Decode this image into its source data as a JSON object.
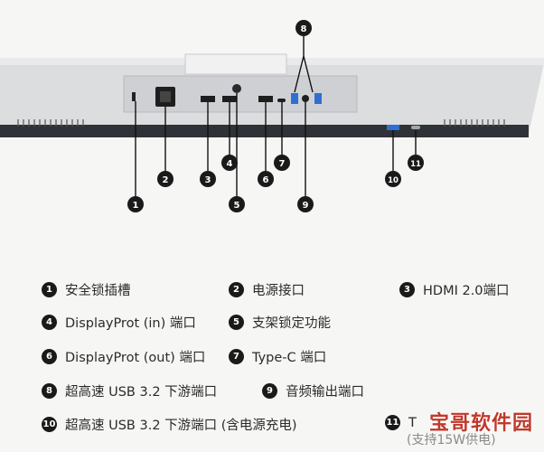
{
  "callouts": [
    {
      "n": "1",
      "label": "安全锁插槽"
    },
    {
      "n": "2",
      "label": "电源接口"
    },
    {
      "n": "3",
      "label": "HDMI 2.0端口"
    },
    {
      "n": "4",
      "label": "DisplayProt (in) 端口"
    },
    {
      "n": "5",
      "label": "支架锁定功能"
    },
    {
      "n": "6",
      "label": "DisplayProt (out) 端口"
    },
    {
      "n": "7",
      "label": "Type-C 端口"
    },
    {
      "n": "8",
      "label": "超高速 USB 3.2 下游端口"
    },
    {
      "n": "9",
      "label": "音频输出端口"
    },
    {
      "n": "10",
      "label": "超高速 USB 3.2 下游端口 (含电源充电)"
    },
    {
      "n": "11",
      "label": "T"
    }
  ],
  "item11_sub": "(支持15W供电)",
  "watermark": "宝哥软件园",
  "colors": {
    "badge": "#1a1a1a",
    "monitor_body": "#d9dadc",
    "monitor_dark": "#2f3237",
    "usb_blue": "#2f6fd1",
    "watermark_red": "#c0392b"
  }
}
